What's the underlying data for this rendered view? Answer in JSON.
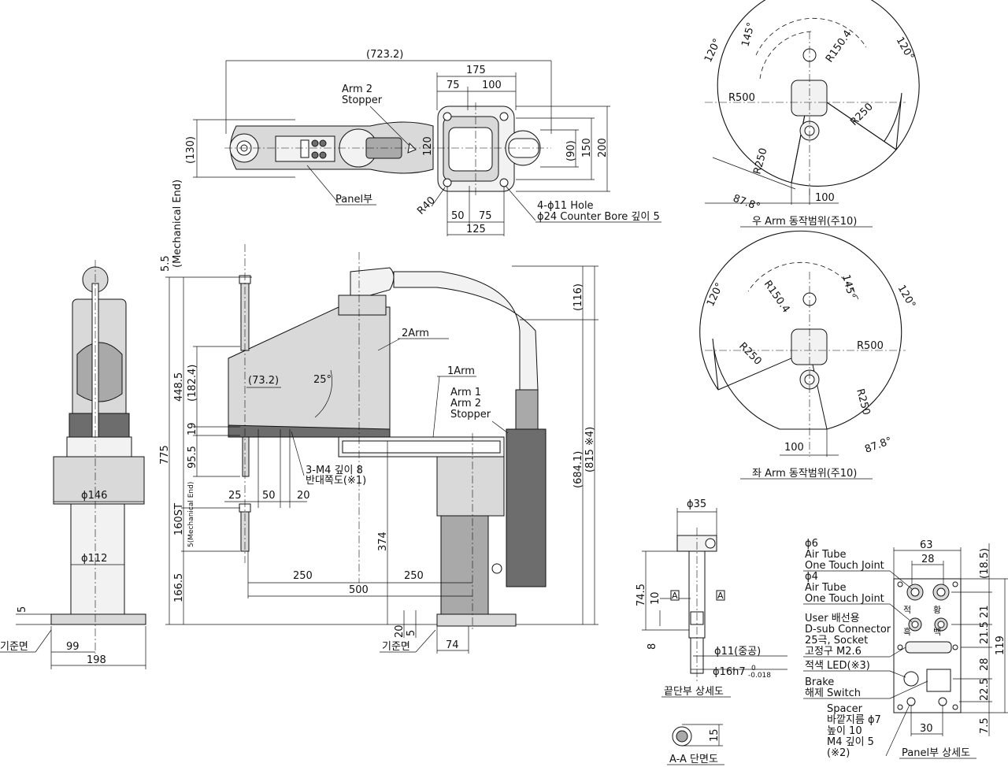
{
  "top_view": {
    "dim_total": "(723.2)",
    "dim_175": "175",
    "dim_75": "75",
    "dim_100": "100",
    "dim_130": "(130)",
    "dim_120": "120",
    "dim_90": "(90)",
    "dim_150": "150",
    "dim_200": "200",
    "dim_r40": "R40",
    "dim_50": "50",
    "dim_75b": "75",
    "dim_125": "125",
    "arm2_stopper_1": "Arm 2",
    "arm2_stopper_2": "Stopper",
    "panel_label": "Panel부",
    "hole_1": "4-ϕ11 Hole",
    "hole_2": "ϕ24 Counter Bore 깊이 5"
  },
  "right_arm": {
    "a120_left": "120°",
    "a145": "145°",
    "r150": "R150.4",
    "a120_right": "120°",
    "r500": "R500",
    "r250a": "R250",
    "r250b": "R250",
    "a87": "87.8°",
    "d100": "100",
    "caption": "우 Arm 동작범위(주10)"
  },
  "left_arm": {
    "a120_left": "120°",
    "r150": "R150.4",
    "a145": "145°",
    "a120_right": "120°",
    "r250a": "R250",
    "r500": "R500",
    "r250b": "R250",
    "d100": "100",
    "a87": "87.8°",
    "caption": "좌 Arm 동작범위(주10)"
  },
  "side_view": {
    "mech_end": "(Mechanical End)",
    "d5_5": "5.5",
    "d448_5": "448.5",
    "d182_4": "(182.4)",
    "d73_2": "(73.2)",
    "a25": "25°",
    "d19": "19",
    "d95_5": "95.5",
    "d775": "775",
    "d160st": "160ST",
    "mech_end_small": "5(Mechanical End)",
    "d166_5": "166.5",
    "d25": "25",
    "d50": "50",
    "d20": "20",
    "m4_1": "3-M4 깊이 8",
    "m4_2": "반대쪽도(※1)",
    "arm2_label": "2Arm",
    "arm1_label": "1Arm",
    "stop_1": "Arm 1",
    "stop_2": "Arm 2",
    "stop_3": "Stopper",
    "d116": "(116)",
    "d684": "(684.1)",
    "d815": "(815 ※4)",
    "d374": "374",
    "d250a": "250",
    "d250b": "250",
    "d500": "500",
    "d20b": "20",
    "d5b": "5",
    "base_ref": "기준면",
    "d74": "74"
  },
  "front_view": {
    "d146": "ϕ146",
    "d112": "ϕ112",
    "d5": "5",
    "base_ref": "기준면",
    "d99": "99",
    "d198": "198"
  },
  "tip_detail": {
    "d35": "ϕ35",
    "d74_5": "74.5",
    "d10": "10",
    "d8": "8",
    "sec_a1": "A",
    "sec_a2": "A",
    "d11": "ϕ11(중공)",
    "d16": "ϕ16h7",
    "tol_top": "0",
    "tol_bot": "-0.018",
    "caption": "끝단부 상세도"
  },
  "section_aa": {
    "d15": "15",
    "caption": "A-A 단면도"
  },
  "panel_detail": {
    "air6_1": "ϕ6",
    "air6_2": "Air Tube",
    "air6_3": "One Touch Joint",
    "air4_1": "ϕ4",
    "air4_2": "Air Tube",
    "air4_3": "One Touch Joint",
    "dsub_1": "User 배선용",
    "dsub_2": "D-sub Connector",
    "dsub_3": "25극, Socket",
    "dsub_4": "고정구 M2.6",
    "led": "적색 LED(※3)",
    "brake_1": "Brake",
    "brake_2": "해제 Switch",
    "spacer_1": "Spacer",
    "spacer_2": "바깥지름 ϕ7",
    "spacer_3": "높이 10",
    "spacer_4": "M4 깊이 5",
    "spacer_5": "(※2)",
    "d63": "63",
    "d28": "28",
    "d18_5": "(18.5)",
    "d21": "21",
    "d21_5": "21.5",
    "d119": "119",
    "d28b": "28",
    "d22_5": "22.5",
    "d7_5": "7.5",
    "d30": "30",
    "jeok1": "적",
    "hwang": "황",
    "heuk": "흑",
    "baek": "백",
    "caption": "Panel부 상세도"
  }
}
